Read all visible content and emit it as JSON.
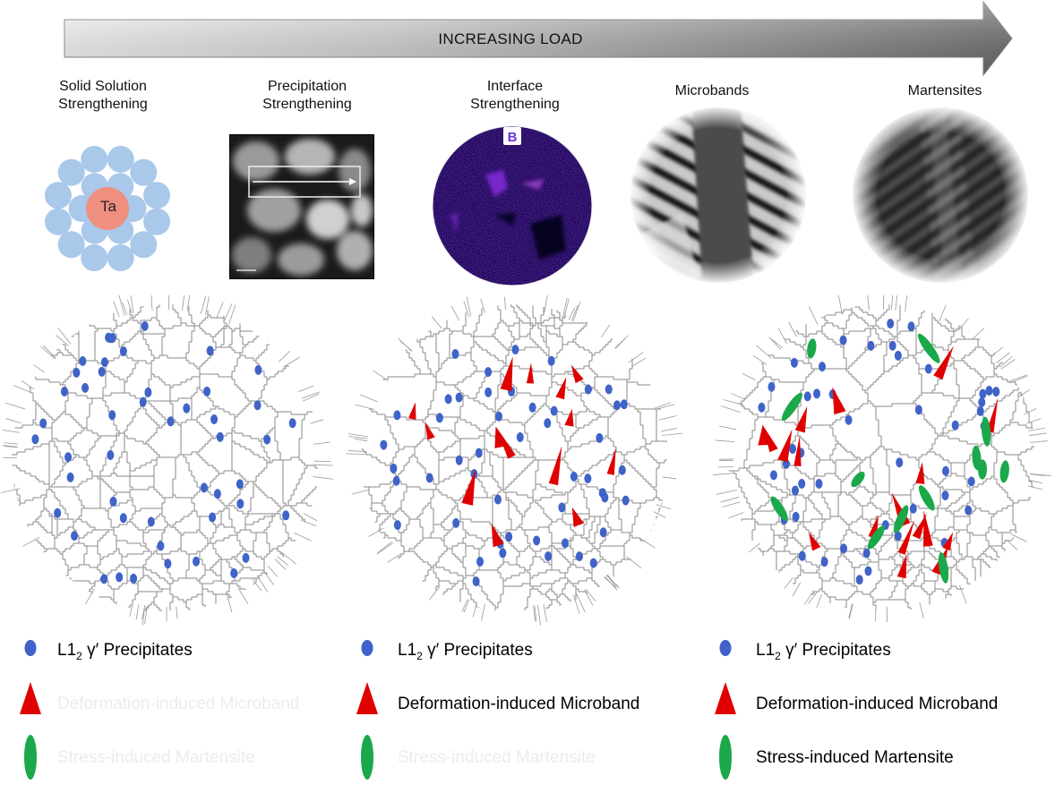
{
  "arrow": {
    "label": "INCREASING LOAD"
  },
  "mechanisms": [
    {
      "line1": "Solid Solution",
      "line2": "Strengthening"
    },
    {
      "line1": "Precipitation",
      "line2": "Strengthening"
    },
    {
      "line1": "Interface",
      "line2": "Strengthening"
    },
    {
      "line1": "Microbands",
      "line2": ""
    },
    {
      "line1": "Martensites",
      "line2": ""
    }
  ],
  "atom_label": "Ta",
  "inset_letter": "B",
  "legend": [
    {
      "precip_main": "L1",
      "precip_sub": "2",
      "precip_tail": " γ′ Precipitates",
      "microband": "Deformation-induced Microband",
      "martensite": "Stress-induced Martensite",
      "microband_visible": false,
      "martensite_visible": false
    },
    {
      "precip_main": "L1",
      "precip_sub": "2",
      "precip_tail": " γ′ Precipitates",
      "microband": "Deformation-induced Microband",
      "martensite": "Stress-induced Martensite",
      "microband_visible": true,
      "martensite_visible": false
    },
    {
      "precip_main": "L1",
      "precip_sub": "2",
      "precip_tail": " γ′ Precipitates",
      "microband": "Deformation-induced Microband",
      "martensite": "Stress-induced Martensite",
      "microband_visible": true,
      "martensite_visible": true
    }
  ],
  "colors": {
    "precipitate": "#3f63c8",
    "microband": "#e00000",
    "martensite": "#1aa84a",
    "atom_solvent": "#a9c8ea",
    "atom_solute": "#ef8f80",
    "interface_purple": "#3b13a0"
  }
}
